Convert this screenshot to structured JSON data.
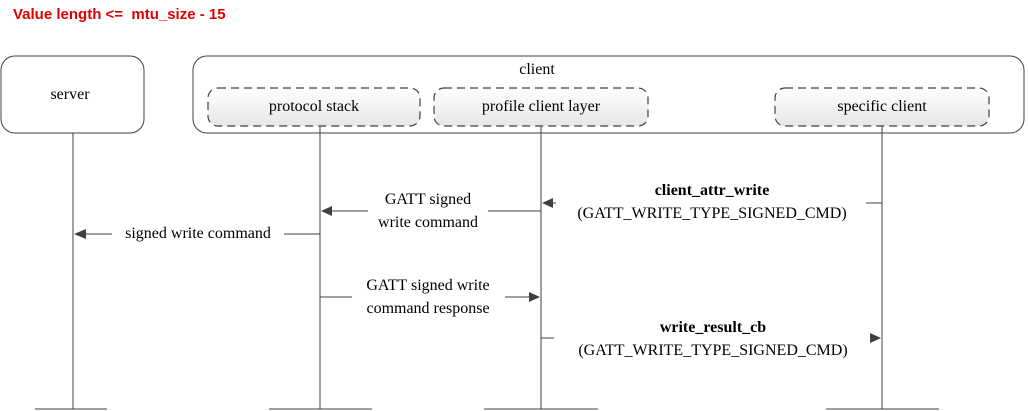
{
  "heading": "Value length <=  mtu_size - 15",
  "server": {
    "label": "server"
  },
  "client": {
    "label": "client",
    "components": {
      "protocol_stack": "protocol stack",
      "profile_client_layer": "profile client layer",
      "specific_client": "specific client"
    }
  },
  "messages": {
    "client_attr_write": {
      "name": "client_attr_write",
      "param": "(GATT_WRITE_TYPE_SIGNED_CMD)"
    },
    "gatt_signed_write_command": {
      "line1": "GATT signed",
      "line2": "write command"
    },
    "signed_write_command": "signed write command",
    "gatt_signed_write_response": {
      "line1": "GATT signed write",
      "line2": "command response"
    },
    "write_result_cb": {
      "name": "write_result_cb",
      "param": "(GATT_WRITE_TYPE_SIGNED_CMD)"
    }
  },
  "colors": {
    "heading": "#e00000",
    "line": "#404040",
    "component_fill": "#f2f2f2"
  }
}
